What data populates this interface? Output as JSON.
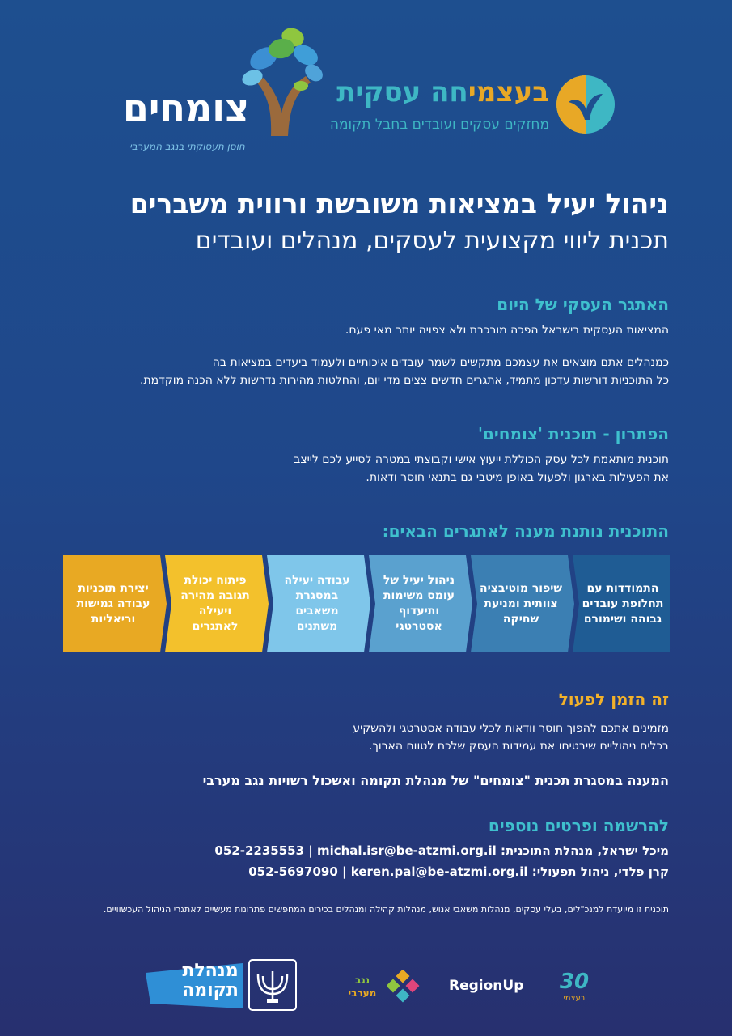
{
  "header": {
    "tsomhim_logo_text": "צומחים",
    "tsomhim_logo_tagline": "חוסן תעסוקתי בנגב המערבי",
    "beatzmi_title_part1": "בעצמי",
    "beatzmi_title_part2": "חה עסקית",
    "beatzmi_subtitle": "מחזקים עסקים ועובדים בחבל תקומה"
  },
  "headline": {
    "title": "ניהול יעיל במציאות משובשת ורווית משברים",
    "subtitle": "תכנית ליווי מקצועית לעסקים, מנהלים ועובדים"
  },
  "challenge": {
    "title": "האתגר העסקי של היום",
    "line1": "המציאות העסקית בישראל הפכה מורכבת ולא צפויה יותר מאי פעם.",
    "line2": "כמנהלים אתם מוצאים את עצמכם מתקשים לשמר עובדים איכותיים ולעמוד ביעדים במציאות בה",
    "line3": "כל התוכניות דורשות עדכון מתמיד, אתגרים חדשים צצים מדי יום, והחלטות מהירות נדרשות ללא הכנה מוקדמת."
  },
  "solution": {
    "title": "הפתרון - תוכנית 'צומחים'",
    "line1": "תוכנית מותאמת לכל עסק הכוללת ייעוץ אישי וקבוצתי במטרה לסייע לכם לייצב",
    "line2": "את הפעילות בארגון ולפעול באופן מיטבי גם בתנאי חוסר ודאות."
  },
  "challenges_section": {
    "title": "התוכנית נותנת מענה לאתגרים הבאים:",
    "items": [
      {
        "label": "התמודדות עם\nתחלופת עובדים\nגבוהה ושימורם",
        "color": "#1f5c94"
      },
      {
        "label": "שיפור מוטיבציה\nצוותית ומניעת\nשחיקה",
        "color": "#3b7fb3"
      },
      {
        "label": "ניהול יעיל של\nעומס משימות\nותיעדוף אסטרטגי",
        "color": "#5aa1cf"
      },
      {
        "label": "עבודה יעילה\nבמסגרת משאבים\nמשתנים",
        "color": "#7fc6ea"
      },
      {
        "label": "פיתוח יכולת\nתגובה מהירה\nויעילה\nלאתגרים",
        "color": "#f3c12c"
      },
      {
        "label": "יצירת תוכניות\nעבודה גמישות\nוריאליות",
        "color": "#e8a923"
      }
    ]
  },
  "action": {
    "title": "זה הזמן לפעול",
    "line1": "מזמינים אתכם להפוך חוסר וודאות לכלי עבודה אסטרטגי ולהשקיע",
    "line2": "בכלים ניהוליים שיבטיחו את עמידות העסק שלכם לטווח הארוך.",
    "emphasis": "המענה במסגרת תכנית \"צומחים\" של מנהלת תקומה ואשכול רשויות נגב מערבי"
  },
  "contact": {
    "title": "להרשמה ופרטים נוספים",
    "c1_name": "מיכל ישראל, מנהלת התוכנית:",
    "c1_phone": "052-2235553",
    "c1_email": "michal.isr@be-atzmi.org.il",
    "c2_name": "קרן פלדי, ניהול תפעולי:",
    "c2_phone": "052-5697090",
    "c2_email": "keren.pal@be-atzmi.org.il"
  },
  "footnote": "תוכנית זו מיועדת למנכ\"לים, בעלי עסקים, מנהלות משאבי אנוש, מנהלות קהילה ומנהלים בכירים המחפשים פתרונות מעשיים לאתגרי הניהול העכשוויים.",
  "footer_logos": {
    "tkuma_line1": "מנהלת",
    "tkuma_line2": "תקומה",
    "negev_line1": "נגב",
    "negev_line2": "מערבי",
    "regionup": "RegionUp",
    "beatzmi30": "30",
    "beatzmi30_sub": "בעצמי"
  },
  "colors": {
    "background_top": "#1e4f8f",
    "background_bottom": "#27306f",
    "teal": "#3fc0ce",
    "gold": "#f2b12a"
  }
}
